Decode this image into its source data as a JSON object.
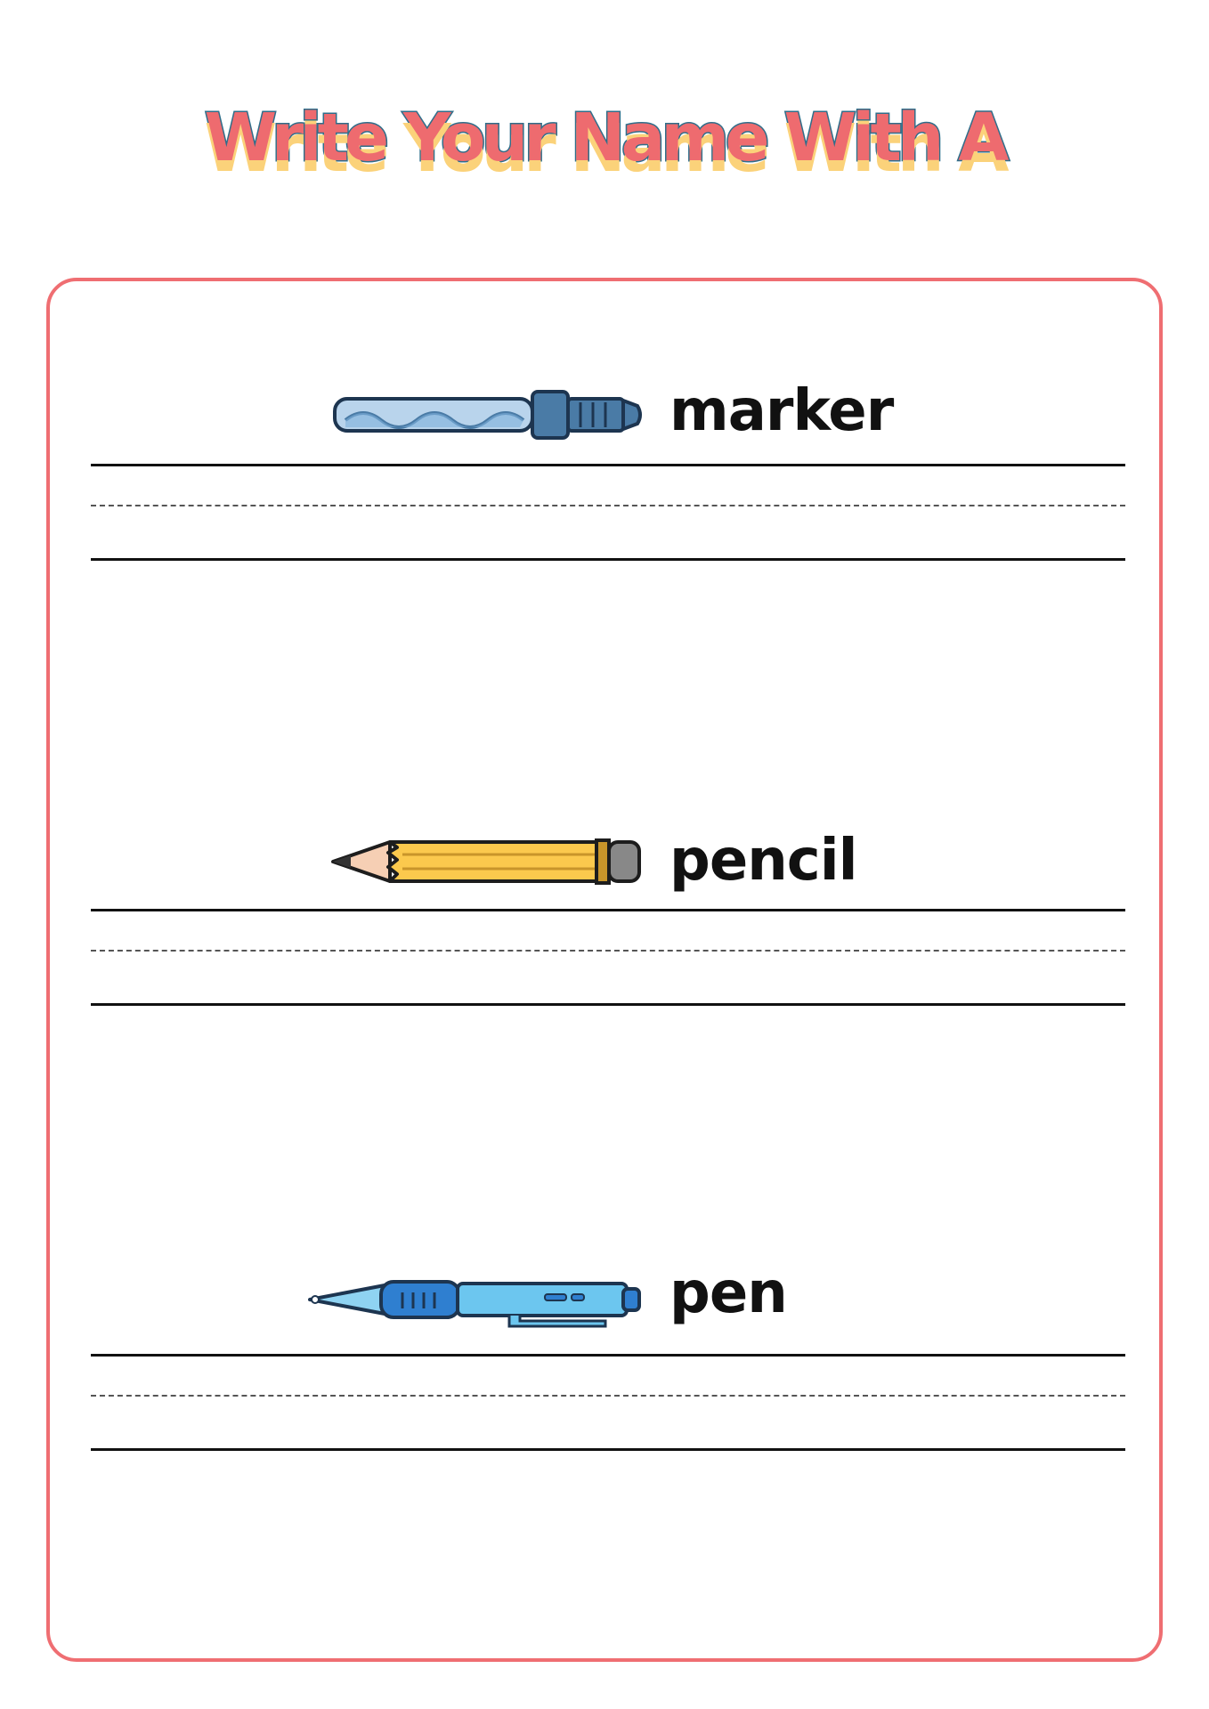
{
  "title": "Write Your Name With A",
  "sections": [
    {
      "word": "marker",
      "icon": "marker-icon"
    },
    {
      "word": "pencil",
      "icon": "pencil-icon"
    },
    {
      "word": "pen",
      "icon": "pen-icon"
    }
  ],
  "colors": {
    "title_fill": "#ee6b6f",
    "title_outline": "#2f6e8a",
    "title_shadow": "#fbd27a",
    "frame_border": "#ef6e72",
    "marker_body": "#b9d4ec",
    "marker_cap": "#4a7ba6",
    "pencil_body": "#fbc94d",
    "pen_body": "#6cc6ef",
    "pen_grip": "#2f7fd0"
  }
}
